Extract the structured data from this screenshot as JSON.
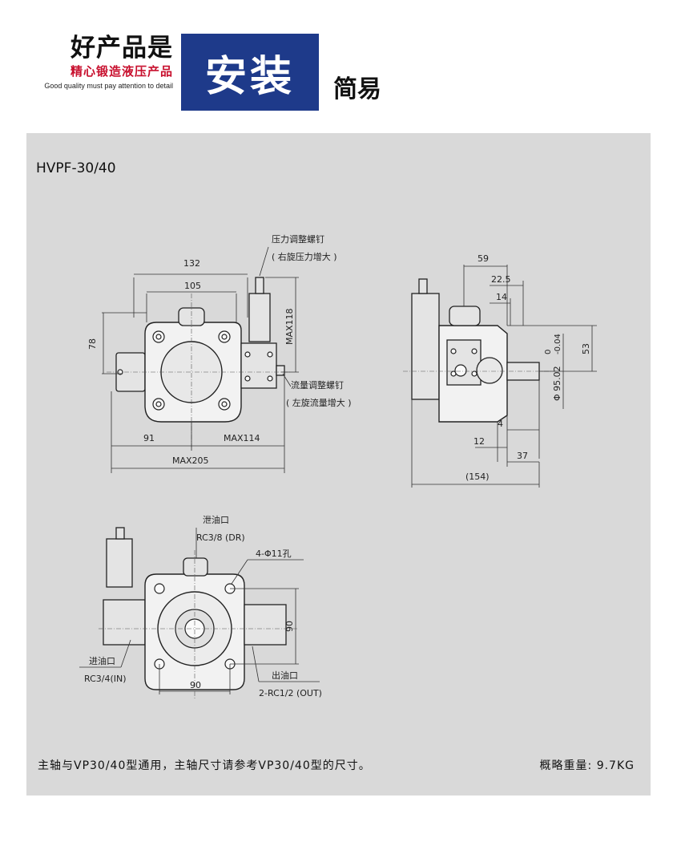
{
  "header": {
    "line1": "好产品是",
    "line2": "精心锻造液压产品",
    "line3": "Good quality must pay attention to detail",
    "box": "安装",
    "right": "简易"
  },
  "model": "HVPF-30/40",
  "front_view": {
    "dim_132": "132",
    "dim_105": "105",
    "dim_78": "78",
    "dim_max118": "MAX118",
    "dim_91": "91",
    "dim_max114": "MAX114",
    "dim_max205": "MAX205",
    "pressure_screw": "压力调整螺钉",
    "pressure_note": "( 右旋压力增大 )",
    "flow_screw": "流量调整螺钉",
    "flow_note": "( 左旋流量增大 )"
  },
  "side_view": {
    "dim_59": "59",
    "dim_22_5": "22.5",
    "dim_14": "14",
    "dim_53": "53",
    "dim_dia": "Φ 95.02",
    "tol_upper": "0",
    "tol_lower": "-0.04",
    "dim_4": "4",
    "dim_12": "12",
    "dim_37": "37",
    "dim_154": "(154)"
  },
  "rear_view": {
    "drain": "泄油口",
    "drain_spec": "RC3/8 (DR)",
    "holes": "4-Φ11孔",
    "dim_90_v": "90",
    "dim_90_h": "90",
    "inlet": "进油口",
    "inlet_spec": "RC3/4(IN)",
    "outlet": "出油口",
    "outlet_spec": "2-RC1/2 (OUT)"
  },
  "footer": {
    "note": "主轴与VP30/40型通用，主轴尺寸请参考VP30/40型的尺寸。",
    "weight": "概略重量: 9.7KG"
  }
}
